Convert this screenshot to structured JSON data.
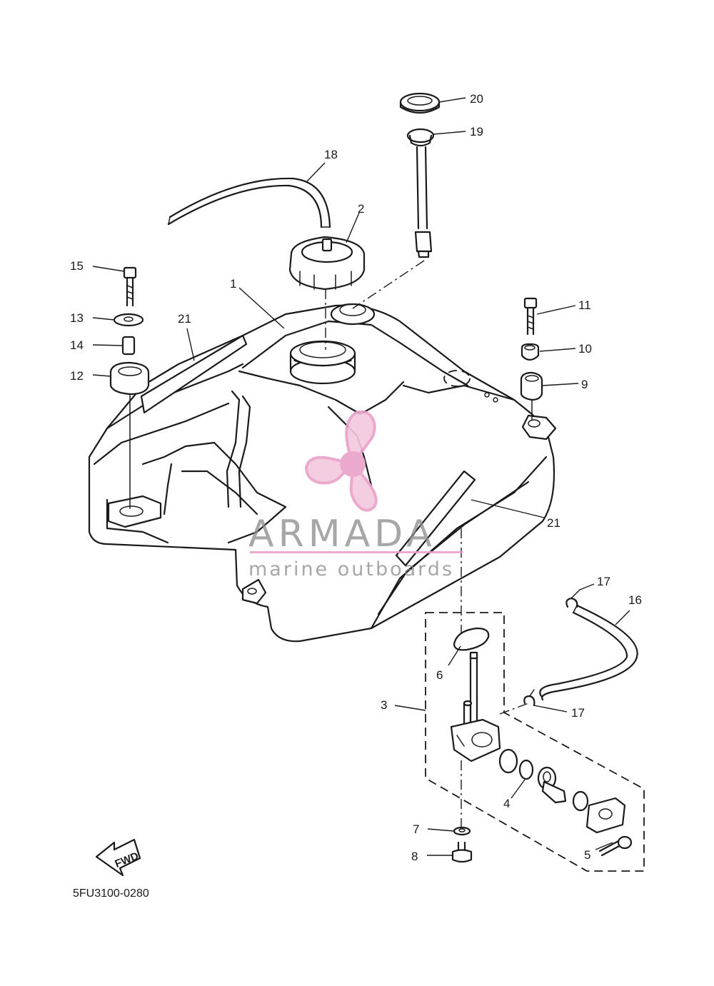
{
  "diagram": {
    "drawing_code": "5FU3100-0280",
    "direction_label": "FWD",
    "watermark": {
      "brand": "ARMADA",
      "tagline": "marine outboards",
      "accent_color": "#e8a0c8",
      "text_color": "#8c8c8c"
    },
    "callouts": [
      "1",
      "2",
      "3",
      "4",
      "5",
      "6",
      "7",
      "8",
      "9",
      "10",
      "11",
      "12",
      "13",
      "14",
      "15",
      "16",
      "17",
      "17",
      "18",
      "19",
      "20",
      "21",
      "21"
    ]
  }
}
